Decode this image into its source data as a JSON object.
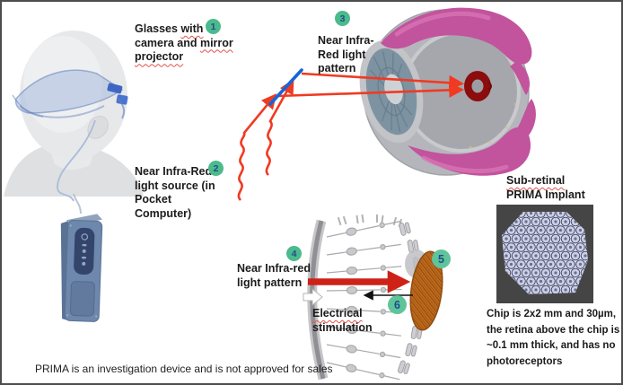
{
  "colors": {
    "badge_green": "#4CBA8C",
    "badge_number_blue": "#1D4E89",
    "light_ray_red": "#F03A22",
    "stimulation_arrow_red": "#CE2218",
    "mirror_blue": "#1565D8",
    "implant_orange": "#BF6A1C",
    "eye_muscle_pink": "#C2539D"
  },
  "steps": {
    "s1": "1",
    "s2": "2",
    "s3": "3",
    "s4": "4",
    "s5": "5",
    "s6": "6"
  },
  "labels": {
    "glasses": {
      "l1a": "Glasses ",
      "l1b": "with",
      "l2a": "camera and ",
      "l2b": "mirror",
      "l3": "projector"
    },
    "nir_source": {
      "lines": [
        "Near Infra-Red",
        "light source (in",
        "Pocket",
        "Computer)"
      ]
    },
    "nir_pattern_eye": {
      "lines": [
        "Near Infra-",
        "Red light",
        "pattern"
      ]
    },
    "nir_pattern_retina": {
      "lines": [
        "Near Infra-red",
        "light pattern"
      ]
    },
    "electrical": {
      "l1": "Electrical",
      "l2": "stimulation"
    },
    "implant_title": {
      "l1": "Sub-retinal",
      "l2": "PRIMA Implant"
    },
    "chip_caption": {
      "lines": [
        "Chip is 2x2 mm and 30µm,",
        "the retina above the chip is",
        "~0.1 mm thick, and has no",
        "photoreceptors"
      ]
    },
    "disclaimer": "PRIMA is an investigation device and is not approved for sales"
  }
}
